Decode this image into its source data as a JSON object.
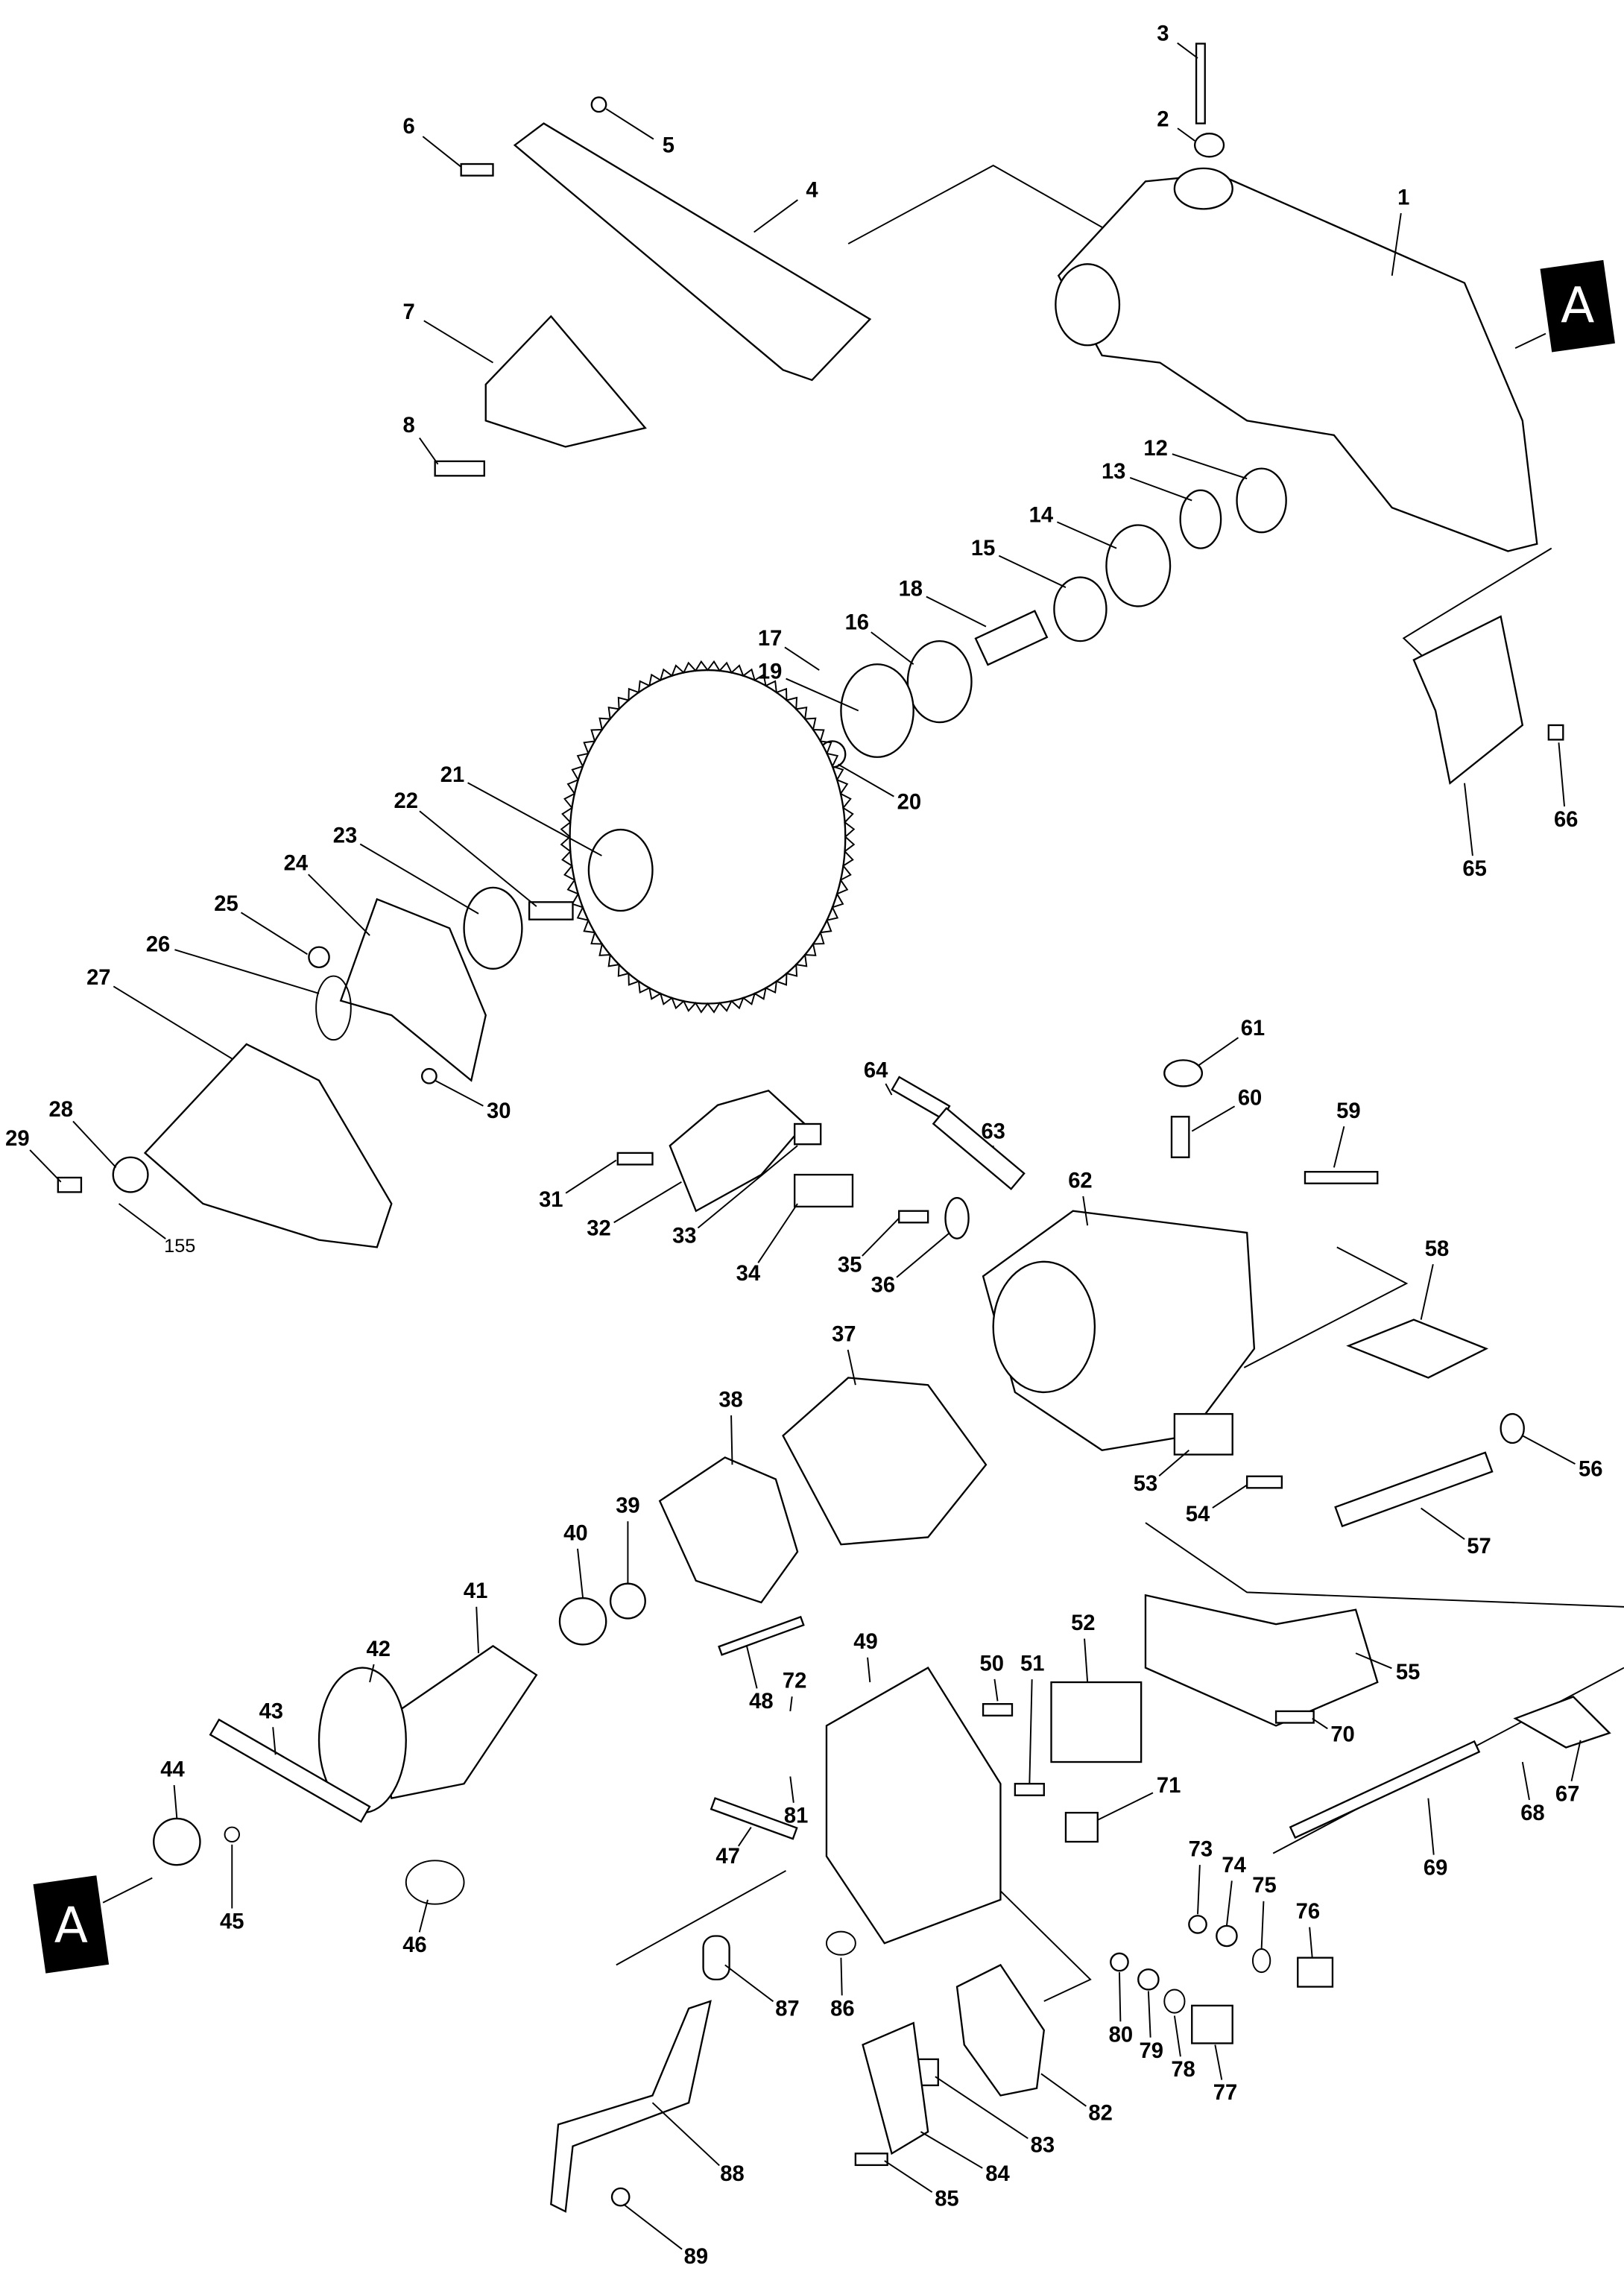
{
  "diagram": {
    "type": "exploded parts diagram",
    "section_marker": "A",
    "part_numbers": [
      "1",
      "2",
      "3",
      "4",
      "5",
      "6",
      "7",
      "8",
      "12",
      "13",
      "14",
      "15",
      "16",
      "17",
      "18",
      "19",
      "20",
      "21",
      "22",
      "23",
      "24",
      "25",
      "26",
      "27",
      "28",
      "29",
      "30",
      "31",
      "32",
      "33",
      "34",
      "35",
      "36",
      "37",
      "38",
      "39",
      "40",
      "41",
      "42",
      "43",
      "44",
      "45",
      "46",
      "47",
      "48",
      "49",
      "50",
      "51",
      "52",
      "53",
      "54",
      "55",
      "56",
      "57",
      "58",
      "59",
      "60",
      "61",
      "62",
      "63",
      "64",
      "65",
      "66",
      "67",
      "68",
      "69",
      "70",
      "71",
      "72",
      "73",
      "74",
      "75",
      "76",
      "77",
      "78",
      "79",
      "80",
      "81",
      "82",
      "83",
      "84",
      "85",
      "86",
      "87",
      "88",
      "89",
      "155"
    ]
  }
}
